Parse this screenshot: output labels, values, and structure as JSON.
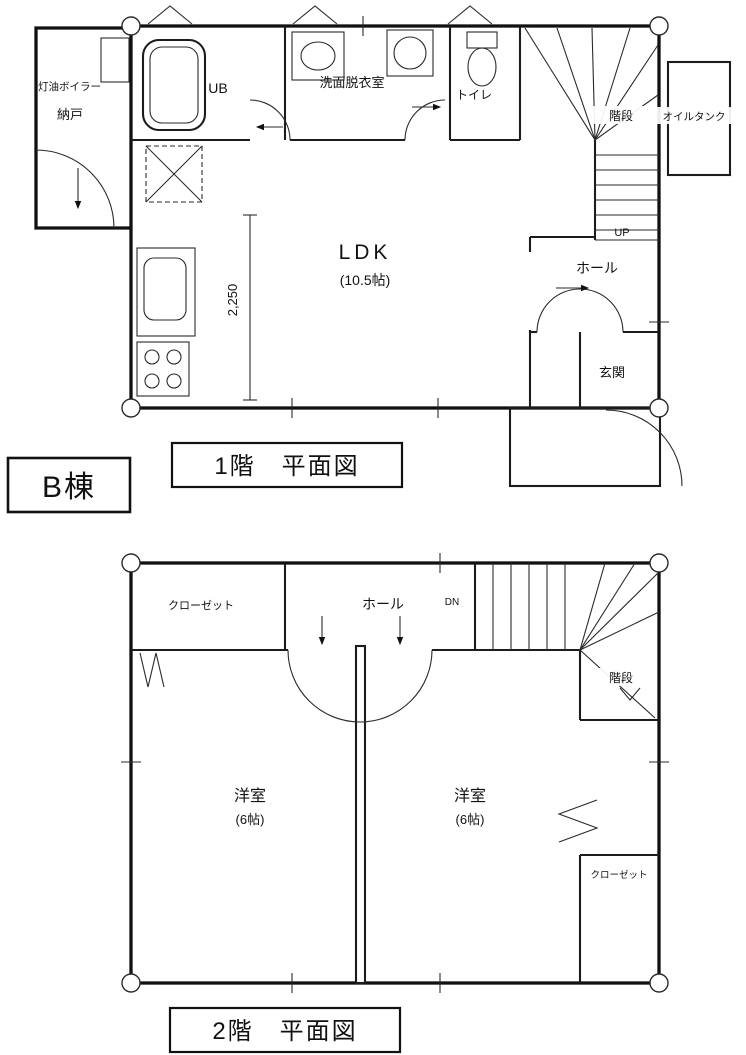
{
  "building_label": "B棟",
  "floor1": {
    "title": "1階　平面図",
    "labels": {
      "boiler": "灯油ボイラー",
      "storage": "納戸",
      "bath": "UB",
      "washroom": "洗面脱衣室",
      "toilet": "トイレ",
      "stairs": "階段",
      "oil_tank": "オイルタンク",
      "up": "UP",
      "hall": "ホール",
      "entrance": "玄関",
      "ldk": "LDK",
      "ldk_size": "(10.5帖)",
      "counter_dimension": "2,250"
    }
  },
  "floor2": {
    "title": "2階　平面図",
    "labels": {
      "closet_left": "クローゼット",
      "hall": "ホール",
      "dn": "DN",
      "stairs": "階段",
      "bedroom_left": "洋室",
      "bedroom_left_size": "(6帖)",
      "bedroom_right": "洋室",
      "bedroom_right_size": "(6帖)",
      "closet_right": "クローゼット"
    }
  }
}
